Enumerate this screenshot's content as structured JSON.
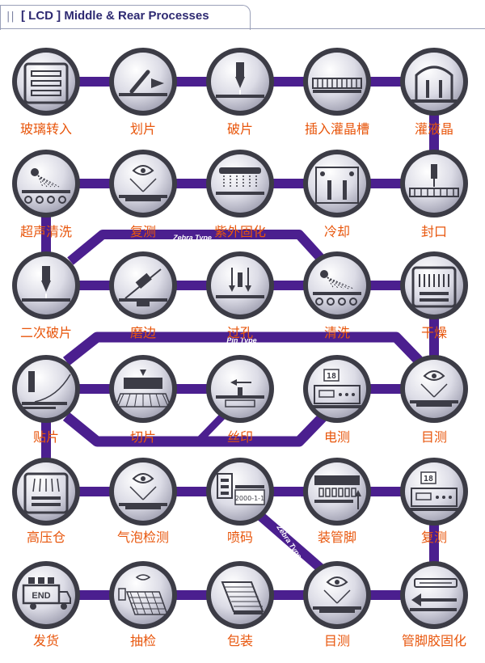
{
  "header": {
    "bars": "||",
    "title": "[ LCD ]  Middle & Rear Processes"
  },
  "routes": {
    "zebra_top": "Zebra Type",
    "pin": "Pin Type",
    "zebra_bottom": "Zebra Type"
  },
  "colors": {
    "connector": "#4b1f8f",
    "label": "#e8560c",
    "title": "#2e2a72",
    "node_dark": "#3c3c46",
    "node_light": "#f2f2f6"
  },
  "steps": [
    {
      "label": "玻璃转入",
      "icon": "glass-stack-icon"
    },
    {
      "label": "划片",
      "icon": "scribe-icon"
    },
    {
      "label": "破片",
      "icon": "break-icon"
    },
    {
      "label": "插入灌晶槽",
      "icon": "insert-tank-icon"
    },
    {
      "label": "灌液晶",
      "icon": "lc-fill-icon"
    },
    {
      "label": "超声清洗",
      "icon": "ultrasonic-wash-icon"
    },
    {
      "label": "复测",
      "icon": "eye-inspect-icon"
    },
    {
      "label": "紫外固化",
      "icon": "uv-cure-icon"
    },
    {
      "label": "冷却",
      "icon": "cooling-icon"
    },
    {
      "label": "封口",
      "icon": "seal-icon"
    },
    {
      "label": "二次破片",
      "icon": "break-icon"
    },
    {
      "label": "磨边",
      "icon": "edge-grind-icon"
    },
    {
      "label": "过孔",
      "icon": "via-icon"
    },
    {
      "label": "清洗",
      "icon": "wash-icon"
    },
    {
      "label": "干燥",
      "icon": "dry-icon"
    },
    {
      "label": "贴片",
      "icon": "attach-icon"
    },
    {
      "label": "切片",
      "icon": "cut-icon"
    },
    {
      "label": "丝印",
      "icon": "silkscreen-icon"
    },
    {
      "label": "电测",
      "icon": "electric-test-icon"
    },
    {
      "label": "目测",
      "icon": "eye-inspect-icon"
    },
    {
      "label": "高压仓",
      "icon": "autoclave-icon"
    },
    {
      "label": "气泡检测",
      "icon": "eye-inspect-icon"
    },
    {
      "label": "喷码",
      "icon": "print-code-icon"
    },
    {
      "label": "装管脚",
      "icon": "pin-mount-icon"
    },
    {
      "label": "复测",
      "icon": "electric-test-icon"
    },
    {
      "label": "发货",
      "icon": "truck-icon"
    },
    {
      "label": "抽检",
      "icon": "sample-check-icon"
    },
    {
      "label": "包装",
      "icon": "package-icon"
    },
    {
      "label": "目测",
      "icon": "eye-inspect-icon"
    },
    {
      "label": "管脚胶固化",
      "icon": "pin-glue-icon"
    }
  ],
  "icon_text": {
    "truck": "END",
    "meter": "18",
    "date": "2000-1-1"
  }
}
